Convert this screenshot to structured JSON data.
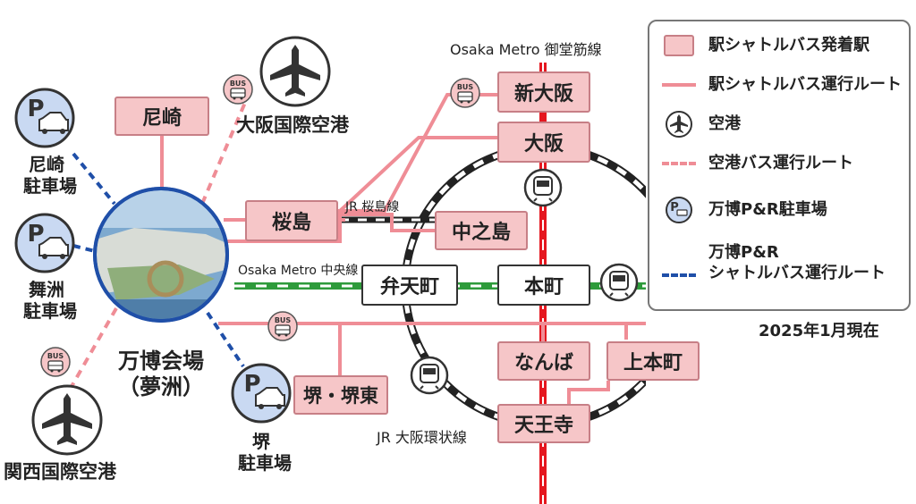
{
  "lines": {
    "midosuji": "Osaka Metro 御堂筋線",
    "chuo": "Osaka Metro 中央線",
    "sakurajima": "JR 桜島線",
    "loop": "JR 大阪環状線"
  },
  "stations": {
    "amagasaki": "尼崎",
    "sakurajima": "桜島",
    "shin_osaka": "新大阪",
    "osaka": "大阪",
    "nakanoshima": "中之島",
    "bentencho": "弁天町",
    "honmachi": "本町",
    "namba": "なんば",
    "uehommachi": "上本町",
    "tennoji": "天王寺",
    "sakai": "堺・堺東"
  },
  "venue": {
    "name": "万博会場",
    "sub": "（夢洲）"
  },
  "airports": {
    "itami": "大阪国際空港",
    "kansai": "関西国際空港"
  },
  "parking": {
    "amagasaki": [
      "尼崎",
      "駐車場"
    ],
    "maishima": [
      "舞洲",
      "駐車場"
    ],
    "sakai": [
      "堺",
      "駐車場"
    ]
  },
  "bus_badge": "BUS",
  "legend": {
    "items": [
      "駅シャトルバス発着駅",
      "駅シャトルバス運行ルート",
      "空港",
      "空港バス運行ルート",
      "万博P&R駐車場",
      "万博P&R",
      "シャトルバス運行ルート"
    ]
  },
  "as_of": "2025年1月現在",
  "colors": {
    "station_fill": "#f6c6c8",
    "route": "#ef8d96",
    "midosuji": "#e5171f",
    "chuo": "#2e9b3b",
    "loop": "#222222",
    "pr_route": "#1f4fa8",
    "parking_fill": "#c9d9f2"
  },
  "icons": [
    "airplane-icon",
    "bus-icon",
    "parking-car-icon",
    "train-icon"
  ]
}
